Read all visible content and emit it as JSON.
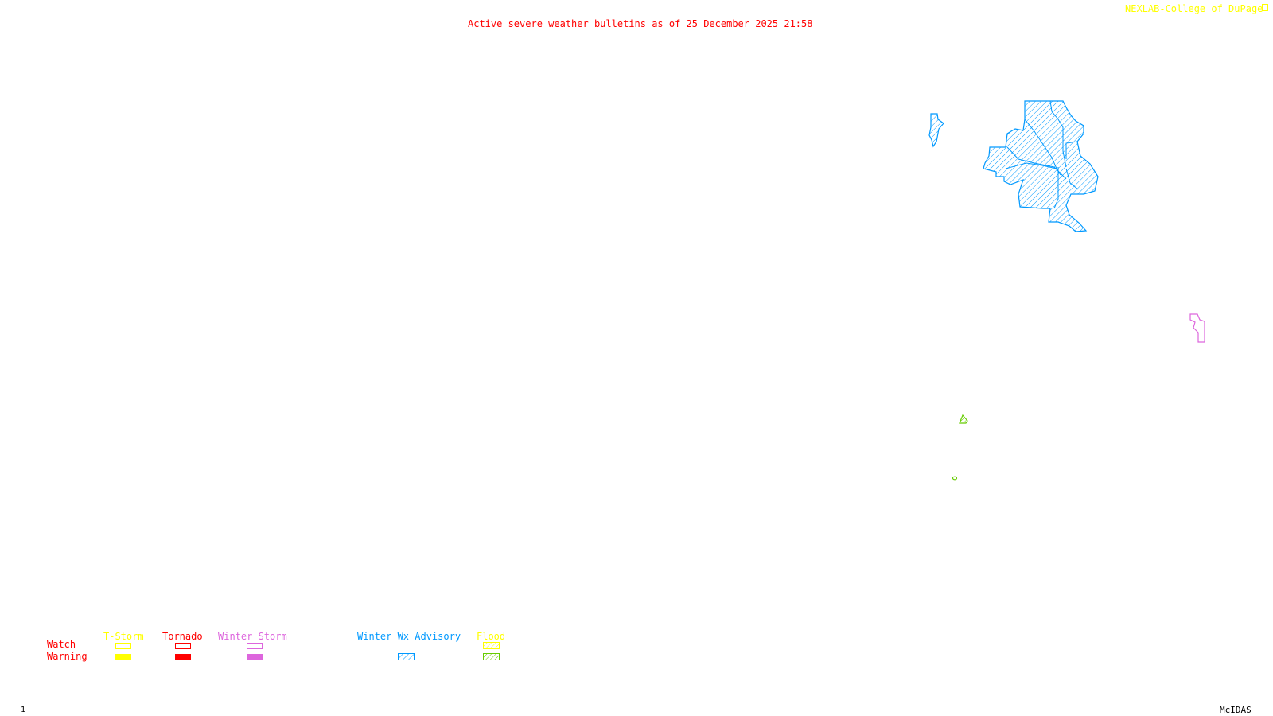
{
  "title": "Active severe weather bulletins as of 25 December 2025 21:58",
  "credit": "NEXLAB-College of DuPage",
  "frame_number": "1",
  "software": "McIDAS",
  "legend": {
    "row_labels": {
      "watch": "Watch",
      "warning": "Warning"
    },
    "columns": [
      {
        "label": "T-Storm",
        "color": "#ffff00"
      },
      {
        "label": "Tornado",
        "color": "#ff0000"
      },
      {
        "label": "Winter Storm",
        "color": "#dd66dd"
      },
      {
        "label": "Winter Wx Advisory",
        "color": "#0099ff"
      },
      {
        "label": "Flood",
        "color": "#ffff00",
        "warning_color": "#66cc00"
      }
    ]
  },
  "colors": {
    "title": "#ff0000",
    "credit": "#ffff00",
    "advisory": "#0099ff",
    "winter_storm": "#dd66dd",
    "flood": "#66cc00"
  }
}
